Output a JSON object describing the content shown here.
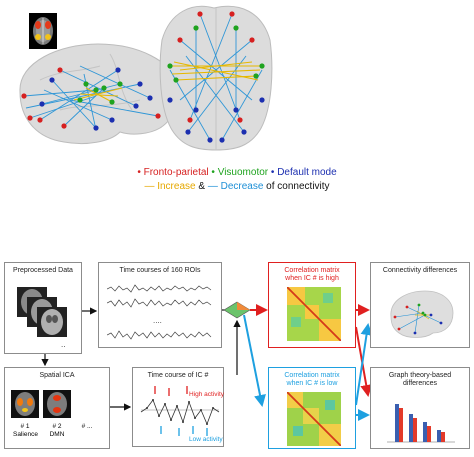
{
  "legend": {
    "line1": {
      "bullet1": "•",
      "fp": "Fronto-parietal",
      "bullet2": "•",
      "vm": "Visuomotor",
      "bullet3": "•",
      "dm": "Default mode"
    },
    "line2": {
      "dash1": "—",
      "increase": "Increase",
      "amp": " & ",
      "dash2": "—",
      "decrease": "Decrease",
      "rest": " of connectivity"
    }
  },
  "boxes": {
    "preprocessed": "Preprocessed Data",
    "timecourses": "Time courses of 160 ROIs",
    "ellipsis": "....",
    "spatial_ica": "Spatial ICA",
    "ic_timecourse": "Time course of IC #",
    "high_activity": "High activity",
    "low_activity": "Low activity",
    "corr_high_1": "Correlation matrix",
    "corr_high_2": "when IC # is high",
    "corr_low_1": "Correlation matrix",
    "corr_low_2": "when IC # is low",
    "conn_diff": "Connectivity differences",
    "graph_1": "Graph theory-based",
    "graph_2": "differences"
  },
  "ica_components": [
    {
      "num": "# 1",
      "name": "Salience"
    },
    {
      "num": "# 2",
      "name": "DMN"
    },
    {
      "num": "# ...",
      "name": ""
    }
  ],
  "colors": {
    "frontoparietal": "#d62020",
    "visuomotor": "#1fa31f",
    "default_mode": "#1c2fb0",
    "increase": "#e6b800",
    "decrease": "#1d8fd6",
    "arrow_red": "#e02020",
    "arrow_blue": "#1ea0e0"
  }
}
